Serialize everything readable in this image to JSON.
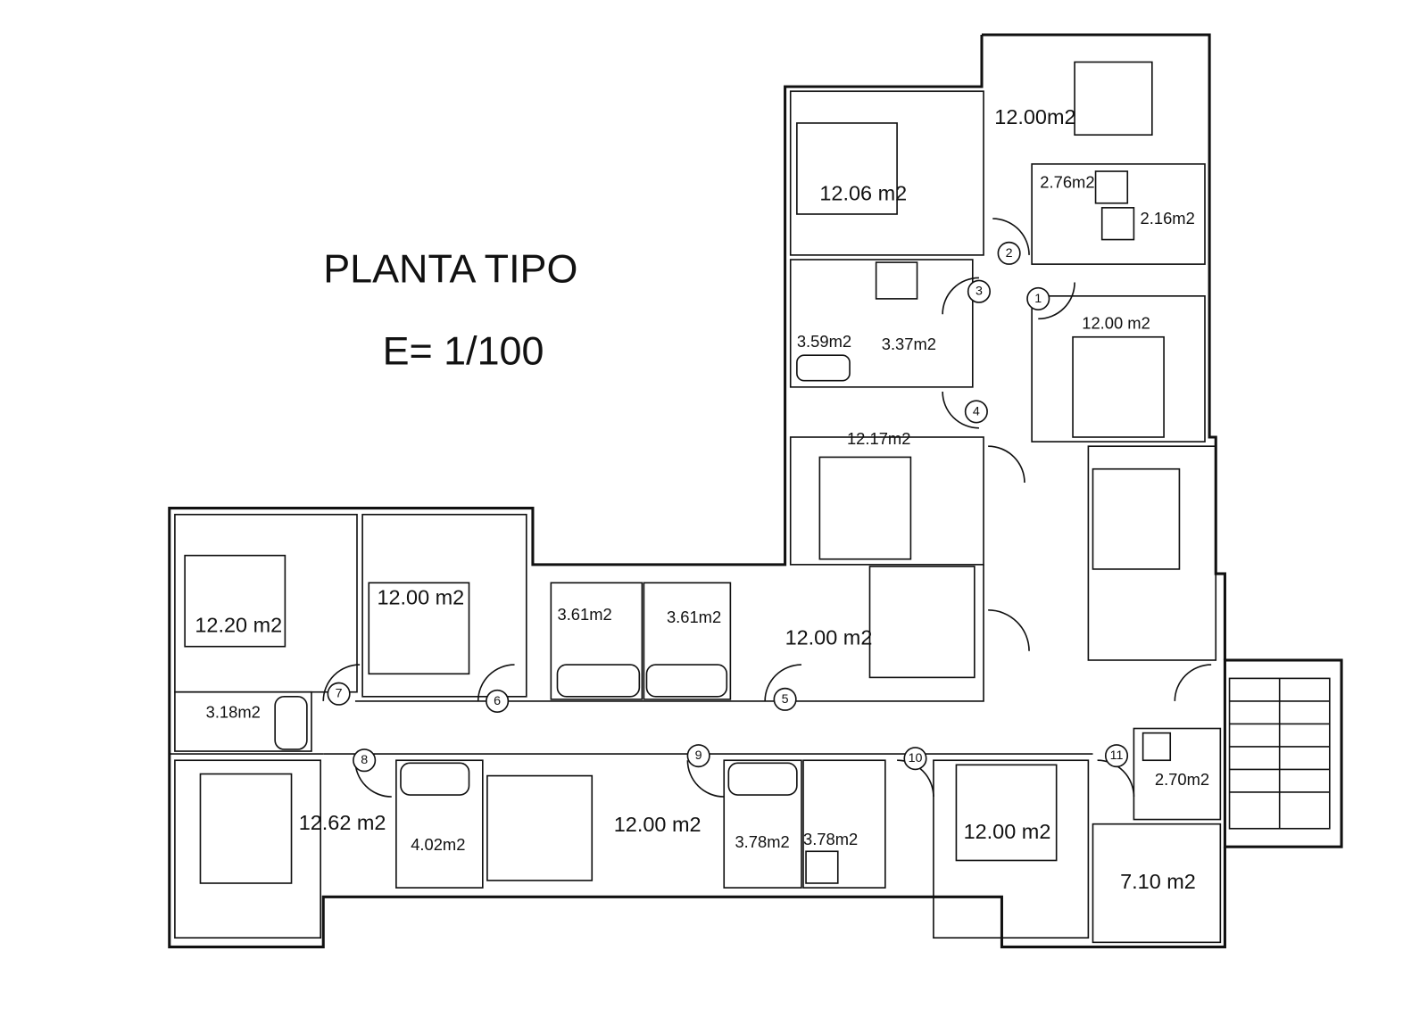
{
  "title": "PLANTA TIPO",
  "scale": "E= 1/100",
  "rooms": [
    {
      "area": "12.00m2"
    },
    {
      "area": "12.06 m2"
    },
    {
      "area": "2.76m2"
    },
    {
      "area": "2.16m2"
    },
    {
      "area": "12.00 m2"
    },
    {
      "area": "3.59m2"
    },
    {
      "area": "3.37m2"
    },
    {
      "area": "12.17m2"
    },
    {
      "area": "12.20 m2"
    },
    {
      "area": "12.00 m2"
    },
    {
      "area": "3.61m2"
    },
    {
      "area": "3.61m2"
    },
    {
      "area": "12.00 m2"
    },
    {
      "area": "3.18m2"
    },
    {
      "area": "12.62 m2"
    },
    {
      "area": "4.02m2"
    },
    {
      "area": "12.00 m2"
    },
    {
      "area": "3.78m2"
    },
    {
      "area": "3.78m2"
    },
    {
      "area": "12.00 m2"
    },
    {
      "area": "2.70m2"
    },
    {
      "area": "7.10 m2"
    }
  ],
  "doors": [
    "1",
    "2",
    "3",
    "4",
    "5",
    "6",
    "7",
    "8",
    "9",
    "10",
    "11"
  ]
}
